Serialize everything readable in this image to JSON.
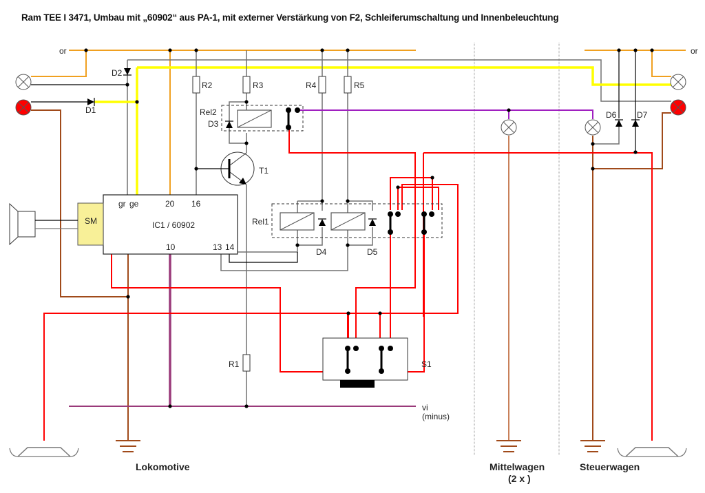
{
  "title": "Ram TEE I 3471, Umbau mit „60902“ aus PA-1, mit externer Verstärkung von F2, Schleiferumschaltung und Innenbeleuchtung",
  "colors": {
    "orange": "#f0a020",
    "yellow": "#ffff00",
    "red": "#ff0000",
    "brown": "#a04a1a",
    "light_brown": "#c8805a",
    "violet": "#9a3a7a",
    "purple": "#a020c0",
    "grey": "#707070",
    "black": "#000000",
    "sm_fill": "#f8f098",
    "lamp_red": "#ff0000"
  },
  "wire_labels": {
    "or_left": "or",
    "or_right": "or",
    "vi": "vi",
    "minus": "(minus)"
  },
  "components": {
    "D1": "D1",
    "D2": "D2",
    "D3": "D3",
    "D4": "D4",
    "D5": "D5",
    "D6": "D6",
    "D7": "D7",
    "R1": "R1",
    "R2": "R2",
    "R3": "R3",
    "R4": "R4",
    "R5": "R5",
    "T1": "T1",
    "Rel1": "Rel1",
    "Rel2": "Rel2",
    "S1": "S1",
    "SM": "SM",
    "IC1": "IC1 / 60902"
  },
  "ic_pins": {
    "gr": "gr",
    "ge": "ge",
    "p20": "20",
    "p16": "16",
    "p10": "10",
    "p13": "13",
    "p14": "14"
  },
  "sections": {
    "lokomotive": "Lokomotive",
    "mittelwagen": "Mittelwagen",
    "mittelwagen_count": "(2 x )",
    "steuerwagen": "Steuerwagen"
  }
}
